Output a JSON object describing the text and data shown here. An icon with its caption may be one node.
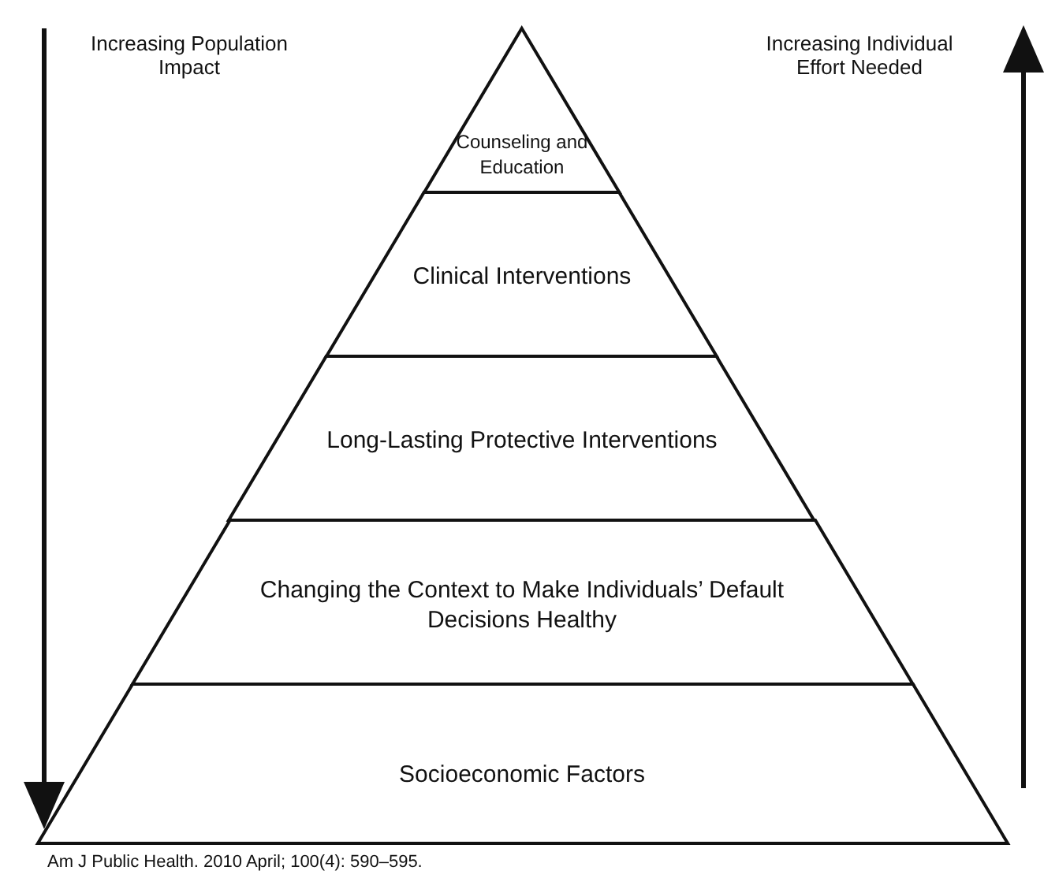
{
  "diagram": {
    "caption": "Am J Public Health. 2010 April; 100(4): 590–595.",
    "nodes": [
      {
        "text": [
          "Counseling and Education"
        ]
      },
      {
        "text": [
          "Clinical Interventions"
        ]
      },
      {
        "text": [
          "Long-Lasting Protective Interventions"
        ]
      },
      {
        "text": [
          "Changing the Context to Make Individuals’ Default Decisions Healthy"
        ]
      },
      {
        "text": [
          "Socioeconomic Factors"
        ]
      }
    ],
    "labels": [
      "Increasing Population Impact",
      "Increasing Individual Effort Needed"
    ]
  }
}
